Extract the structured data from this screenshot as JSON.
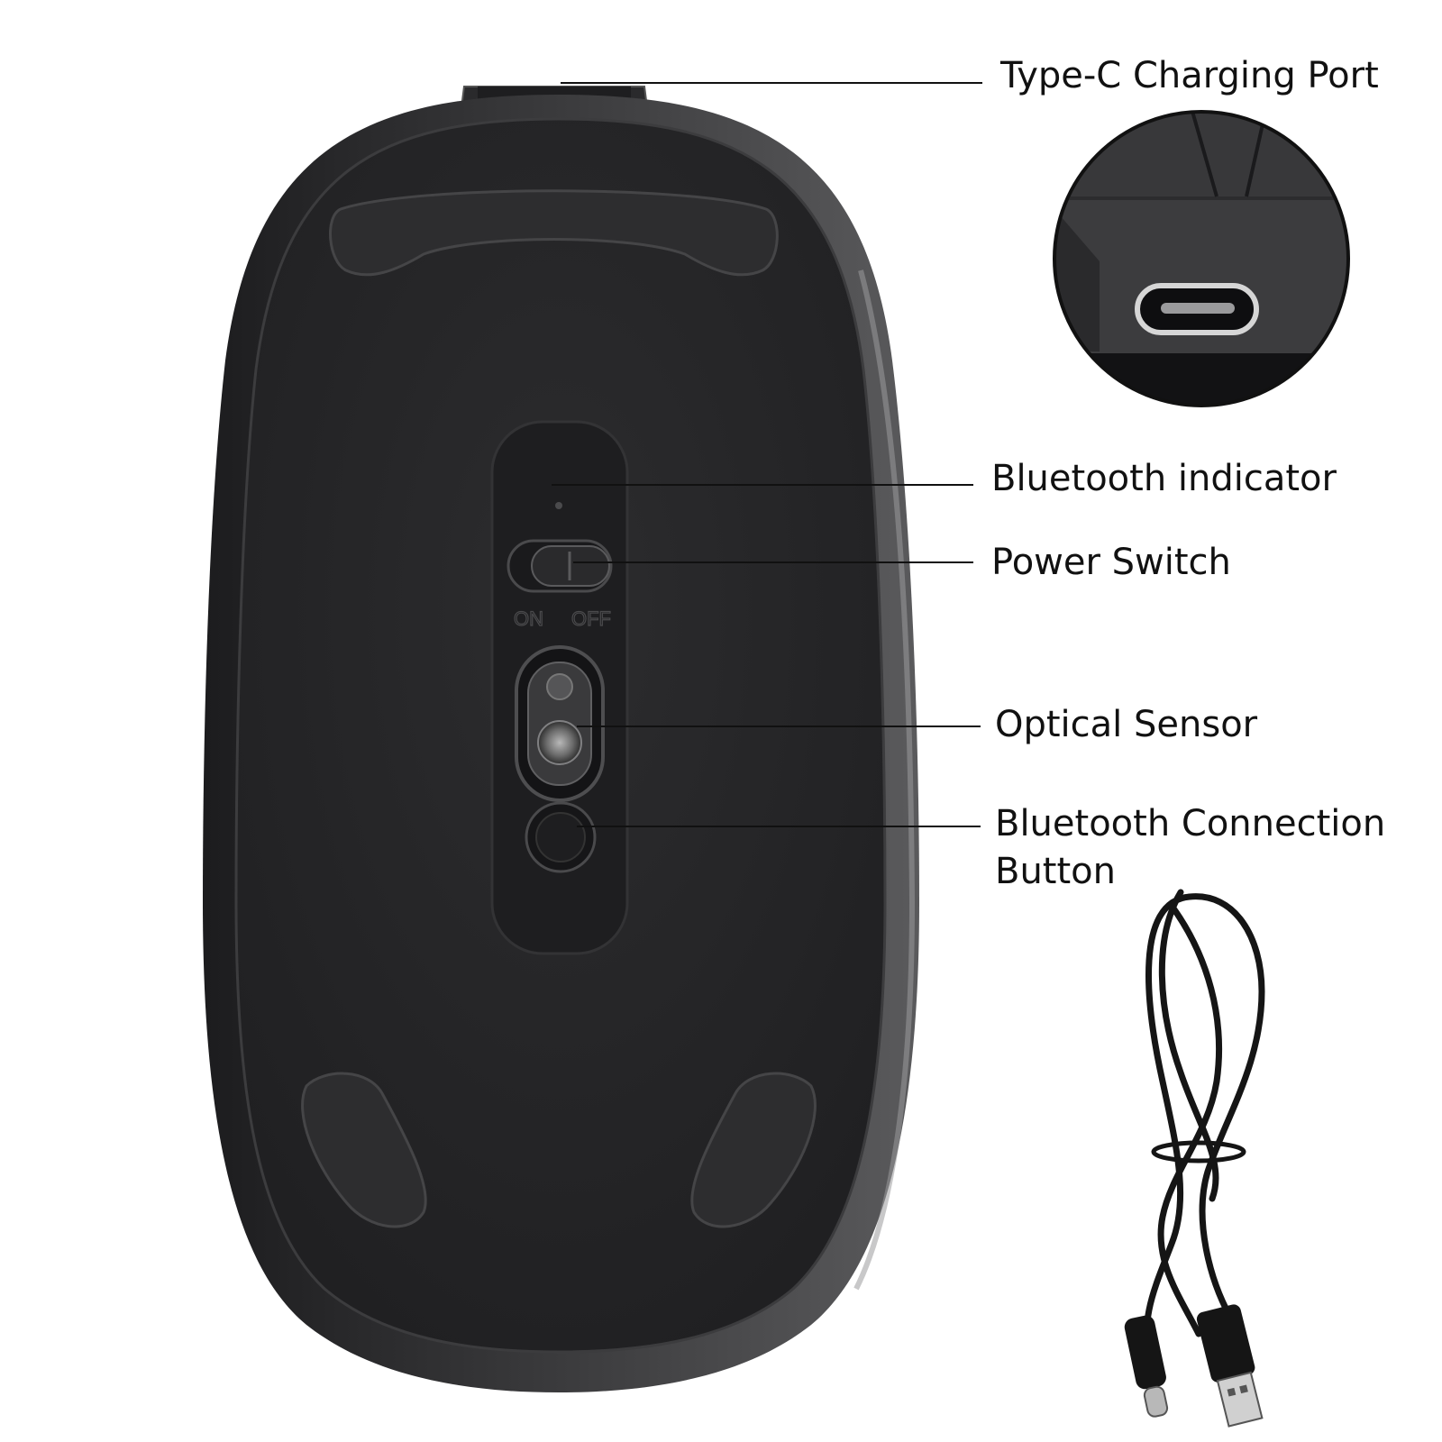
{
  "callouts": {
    "type_c_port": "Type-C Charging Port",
    "bluetooth_indicator": "Bluetooth indicator",
    "power_switch": "Power Switch",
    "optical_sensor": "Optical Sensor",
    "bluetooth_button_line1": "Bluetooth Connection",
    "bluetooth_button_line2": "Button"
  },
  "switch_marks": {
    "on": "ON",
    "off": "OFF"
  },
  "colors": {
    "mouse_body": "#262628",
    "mouse_rim": "#3a3a3c",
    "mouse_outer": "#4a4a4c",
    "background": "#ffffff",
    "leader_line": "#111111",
    "cable": "#151515"
  },
  "icons": [
    "usb-c-port-icon",
    "usb-a-plug-icon",
    "usb-c-plug-icon"
  ]
}
